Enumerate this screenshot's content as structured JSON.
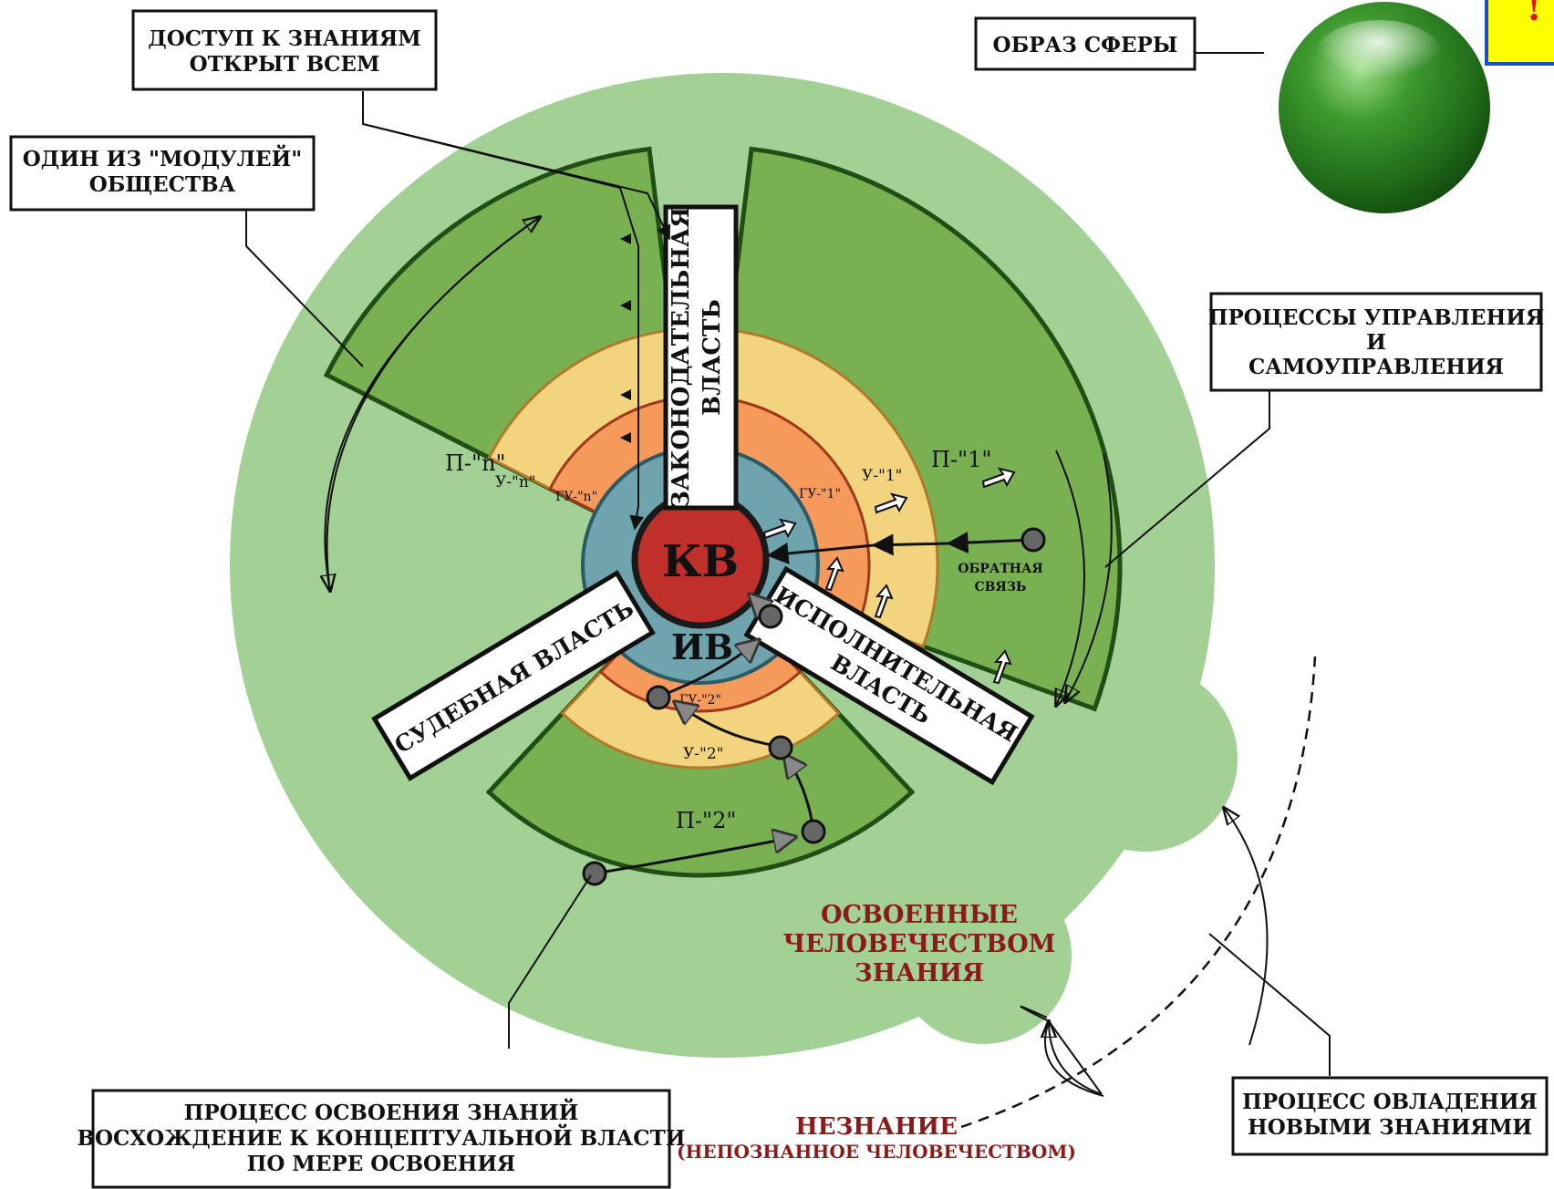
{
  "callouts": {
    "access": [
      "ДОСТУП К ЗНАНИЯМ",
      "ОТКРЫТ ВСЕМ"
    ],
    "module": [
      "ОДИН ИЗ \"МОДУЛЕЙ\"",
      "ОБЩЕСТВА"
    ],
    "sphere_image": "ОБРАЗ СФЕРЫ",
    "management": [
      "ПРОЦЕССЫ УПРАВЛЕНИЯ",
      "И",
      "САМОУПРАВЛЕНИЯ"
    ],
    "mastering": [
      "ПРОЦЕСС ОСВОЕНИЯ ЗНАНИЙ",
      "ВОСХОЖДЕНИЕ К КОНЦЕПТУАЛЬНОЙ ВЛАСТИ",
      "ПО МЕРЕ ОСВОЕНИЯ"
    ],
    "acquiring": [
      "ПРОЦЕСС ОВЛАДЕНИЯ",
      "НОВЫМИ ЗНАНИЯМИ"
    ]
  },
  "bars": {
    "legislative": [
      "ЗАКОНОДАТЕЛЬНАЯ",
      "ВЛАСТЬ"
    ],
    "executive": [
      "ИСПОЛНИТЕЛЬНАЯ",
      "ВЛАСТЬ"
    ],
    "judicial": "СУДЕБНАЯ ВЛАСТЬ"
  },
  "center": {
    "kv": "КВ",
    "iv": "ИВ"
  },
  "sectors": {
    "n": {
      "p": "П-\"n\"",
      "u": "У-\"n\"",
      "gu": "ГУ-\"n\""
    },
    "one": {
      "p": "П-\"1\"",
      "u": "У-\"1\"",
      "gu": "ГУ-\"1\""
    },
    "two": {
      "p": "П-\"2\"",
      "u": "У-\"2\"",
      "gu": "ГУ-\"2\""
    }
  },
  "feedback": [
    "ОБРАТНАЯ",
    "СВЯЗЬ"
  ],
  "mastered": [
    "ОСВОЕННЫЕ",
    "ЧЕЛОВЕЧЕСТВОМ",
    "ЗНАНИЯ"
  ],
  "ignorance": {
    "title": "НЕЗНАНИЕ",
    "sub": "(НЕПОЗНАННОЕ ЧЕЛОВЕЧЕСТВОМ)"
  },
  "corner_mark": "!",
  "colors": {
    "outer": "#a3d095",
    "sector_dark": "#78b052",
    "sector_yellow": "#f3d47e",
    "sector_orange": "#f59a5a",
    "teal": "#6fa3ad",
    "kv_red": "#c0302a",
    "text_red": "#8b1a1a"
  }
}
